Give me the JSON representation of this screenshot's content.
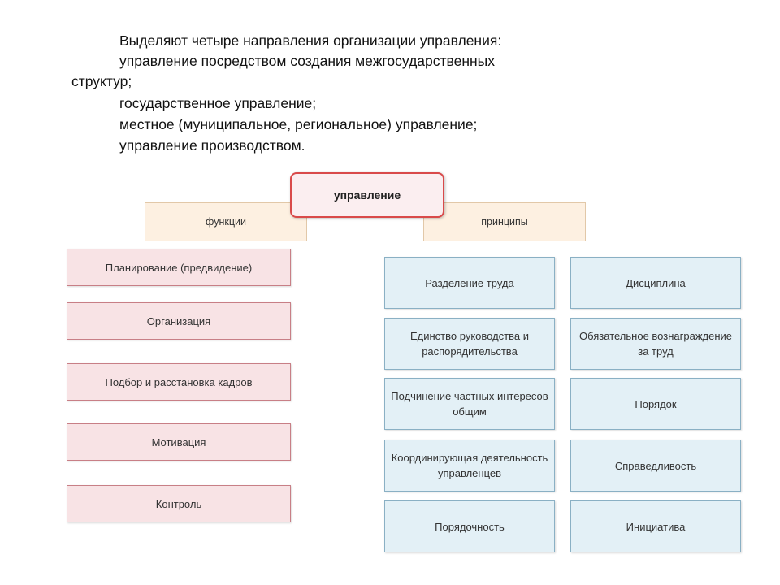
{
  "intro": {
    "lines": [
      "Выделяют четыре направления организации управления:",
      "управление посредством создания межгосударственных",
      "структур;",
      "государственное управление;",
      "местное (муниципальное, региональное) управление;",
      "управление производством."
    ]
  },
  "diagram": {
    "main": "управление",
    "functions_header": "функции",
    "principles_header": "принципы",
    "functions": [
      "Планирование (предвидение)",
      "Организация",
      "Подбор и расстановка кадров",
      "Мотивация",
      "Контроль"
    ],
    "principles_left": [
      "Разделение труда",
      "Единство руководства и распорядительства",
      "Подчинение частных интересов общим",
      "Координирующая деятельность управленцев",
      "Порядочность"
    ],
    "principles_right": [
      "Дисциплина",
      "Обязательное вознаграждение за труд",
      "Порядок",
      "Справедливость",
      "Инициатива"
    ]
  },
  "colors": {
    "main_border": "#d94a4a",
    "main_fill": "#fbeef0",
    "header_fill": "#fdf0e1",
    "function_fill": "#f8e3e5",
    "function_border": "#c87f86",
    "principle_fill": "#e3f0f6",
    "principle_border": "#8ab0c4"
  }
}
